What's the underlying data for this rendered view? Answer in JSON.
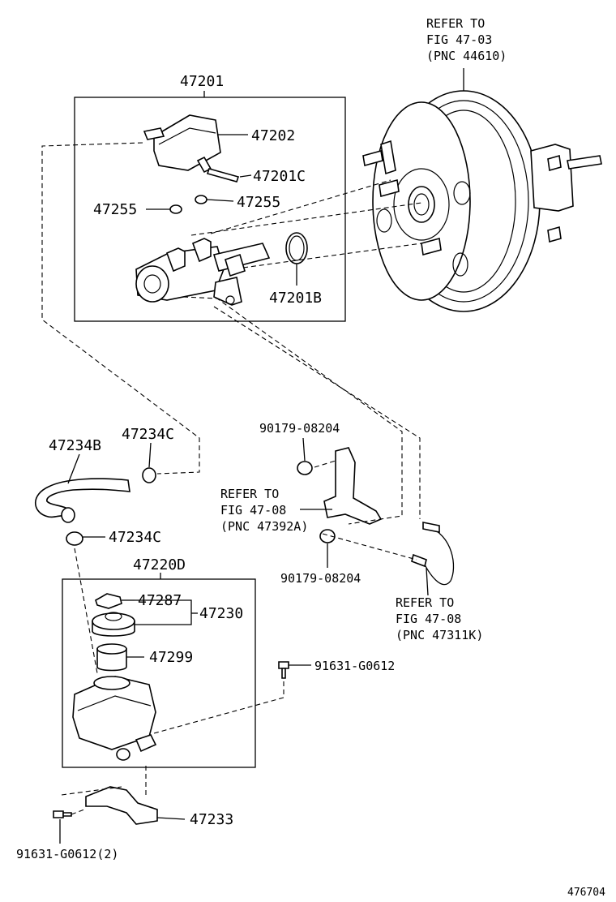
{
  "diagram": {
    "catalog_number": "476704",
    "labels": {
      "master_cylinder_assy": "47201",
      "reservoir_sub_assy": "47202",
      "pin": "47201C",
      "grommet_left": "47255",
      "grommet_right": "47255",
      "o_ring": "47201B",
      "hose_union": "47234B",
      "clip_upper": "47234C",
      "clip_lower": "47234C",
      "reservoir_set": "47220D",
      "strainer": "47287",
      "cap_assy": "47230",
      "seal": "47299",
      "bracket": "47233",
      "bolt_right": "91631-G0612",
      "bolt_left": "91631-G0612(2)",
      "nut_upper": "90179-08204",
      "nut_lower": "90179-08204"
    },
    "references": {
      "booster": [
        "REFER TO",
        "FIG 47-03",
        "(PNC 44610)"
      ],
      "bracket_ref": [
        "REFER TO",
        "FIG 47-08",
        "(PNC 47392A)"
      ],
      "tube_ref": [
        "REFER TO",
        "FIG 47-08",
        "(PNC 47311K)"
      ]
    }
  }
}
